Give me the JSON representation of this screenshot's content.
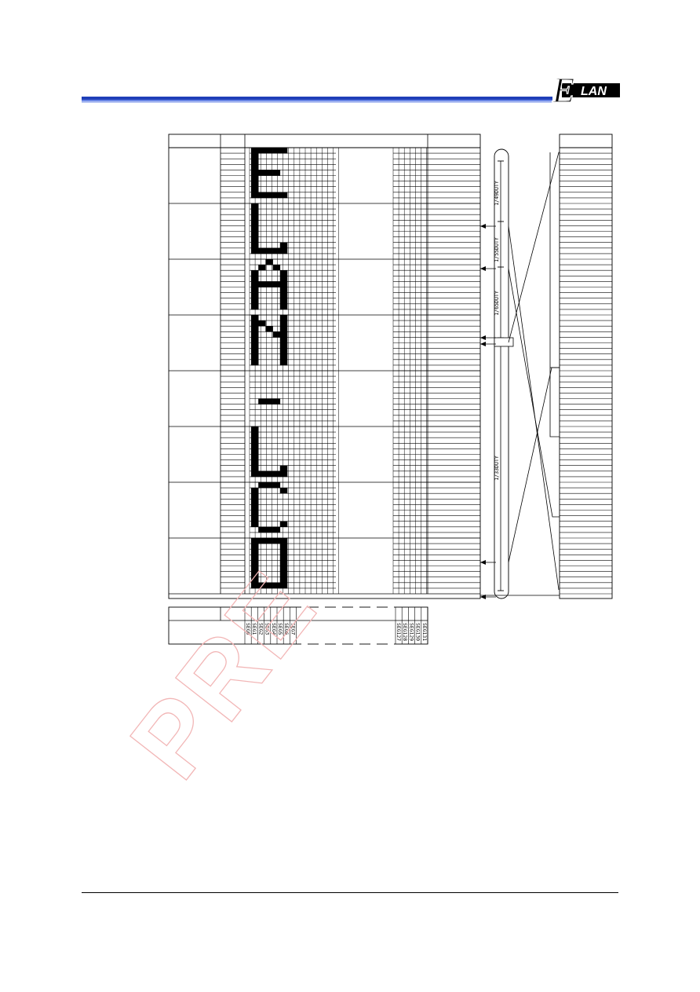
{
  "header": {
    "logo_text": "LAN",
    "logo_initial": "E",
    "bar_colors": [
      "#1f3fb8",
      "#6a86e6",
      "#9fb3f0"
    ]
  },
  "figure": {
    "display_text": [
      "E",
      "L",
      "A",
      "N",
      " ",
      "L",
      "C",
      "D"
    ],
    "duty_labels": [
      "1/49DUTY",
      "1/55DUTY",
      "1/65DUTY",
      "1/33DUTY"
    ],
    "segment_labels_left": [
      "SEG0",
      "SEG1",
      "SEG2",
      "SEG3",
      "SEG4",
      "SEG5",
      "SEG6",
      "SEG7"
    ],
    "segment_labels_right": [
      "SEG127",
      "SEG128",
      "SEG129",
      "SEG130",
      "SEG131"
    ],
    "pixel_color": "#000000"
  },
  "watermark": {
    "text": "PRE",
    "color": "#f2b6b6"
  }
}
